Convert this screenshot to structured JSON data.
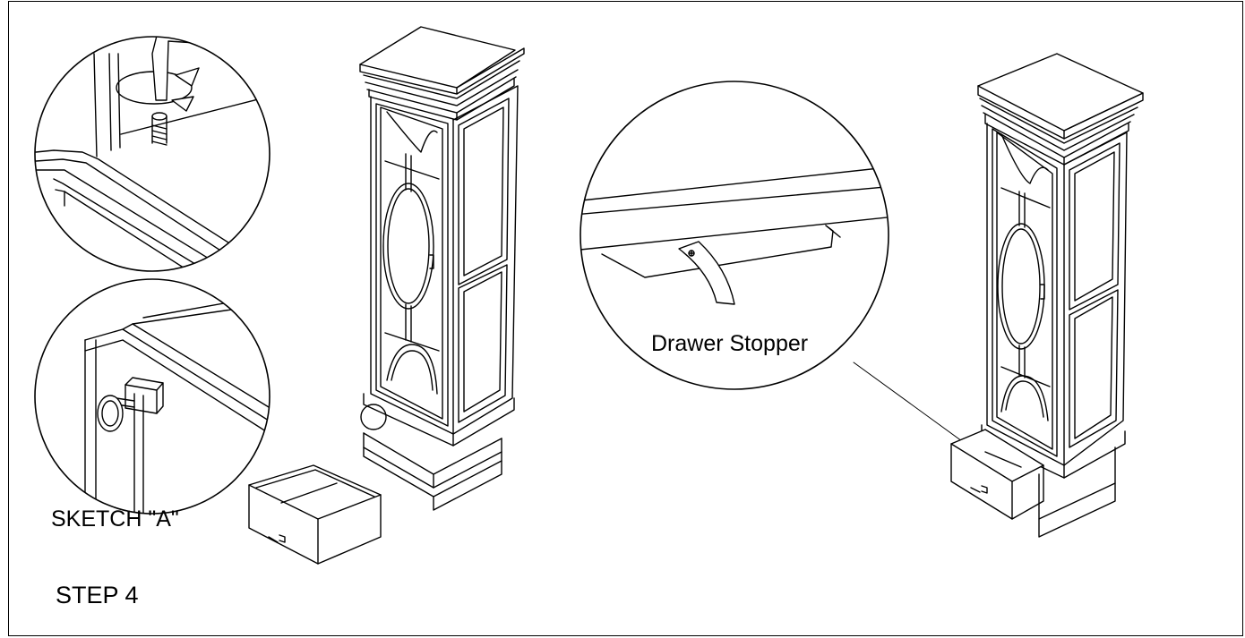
{
  "labels": {
    "sketch": "SKETCH \"A\"",
    "step": "STEP 4",
    "drawer_stopper": "Drawer Stopper"
  },
  "colors": {
    "line": "#000000",
    "background": "#ffffff"
  }
}
